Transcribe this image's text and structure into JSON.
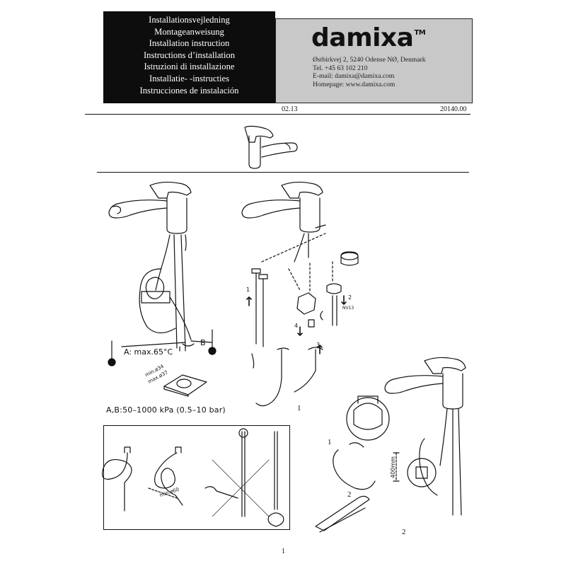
{
  "header": {
    "titles": [
      "Installationsvejledning",
      "Montageanweisung",
      "Installation instruction",
      "Instructions d’installation",
      "Istruzioni di installazione",
      "Installatie- -instructies",
      "Instrucciones de instalación"
    ],
    "brand": "damixa",
    "trademark": "TM",
    "address": "Østbirkvej 2, 5240 Odense NØ, Denmark",
    "phone": "Tel. +45 63 102 210",
    "email": "E-mail: damixa@damixa.com",
    "homepage": "Homepage: www.damixa.com",
    "date": "02.13",
    "doc_number": "20140.00"
  },
  "diagram": {
    "temp_label": "A: max.65°C",
    "b_label": "B",
    "hole_min": "min.ø34",
    "hole_max": "max.ø37",
    "pressure": "A,B:50–1000 kPa (0.5–10 bar)",
    "step_labels": [
      "1",
      "2",
      "3",
      "4"
    ],
    "nut_label": "NV13",
    "fig1_caption": "1",
    "fig2_step1": "1",
    "fig2_step2": "2",
    "fig2_caption": "2",
    "hose_length": "400mm",
    "bend_min": "min.ø60"
  },
  "footer": {
    "page_number": "1"
  },
  "colors": {
    "ink": "#111111",
    "title_bg": "#0d0d0d",
    "brand_bg": "#c8c8c8"
  }
}
